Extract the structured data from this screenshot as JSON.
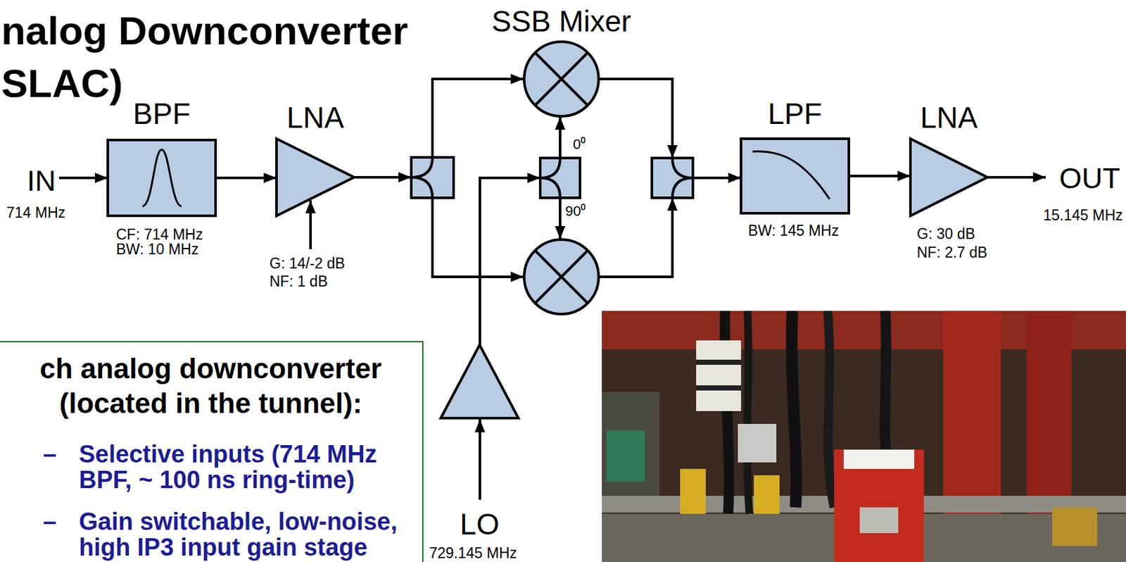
{
  "diagram": {
    "title": "nalog Downconverter SLAC)",
    "nodes": [
      {
        "text": [
          "BPF"
        ]
      },
      {
        "text": [
          "LNA"
        ]
      },
      {
        "text": [
          "LPF"
        ]
      },
      {
        "text": [
          "LNA"
        ]
      },
      {
        "text": [
          "ch analog downconverter (located in the tunnel):",
          "Selective inputs (714 MHz BPF, ~ 100 ns ring-time)",
          "Gain switchable, low-noise, high IP3 input gain stage"
        ]
      },
      {
        "text": [
          "LO"
        ]
      }
    ],
    "edges": [
      {
        "from": 0,
        "to": 1,
        "arrow": "to"
      },
      {
        "from": 2,
        "to": 3,
        "arrow": "to"
      }
    ],
    "labels": [
      "SSB Mixer",
      "IN",
      "714 MHz",
      "CF: 714 MHz",
      "BW: 10 MHz",
      "G: 14/-2 dB",
      "NF: 1 dB",
      "0⁰",
      "90⁰",
      "BW: 145 MHz",
      "G: 30 dB",
      "NF: 2.7 dB",
      "OUT",
      "15.145 MHz",
      "–",
      "–",
      "729.145 MHz"
    ]
  }
}
